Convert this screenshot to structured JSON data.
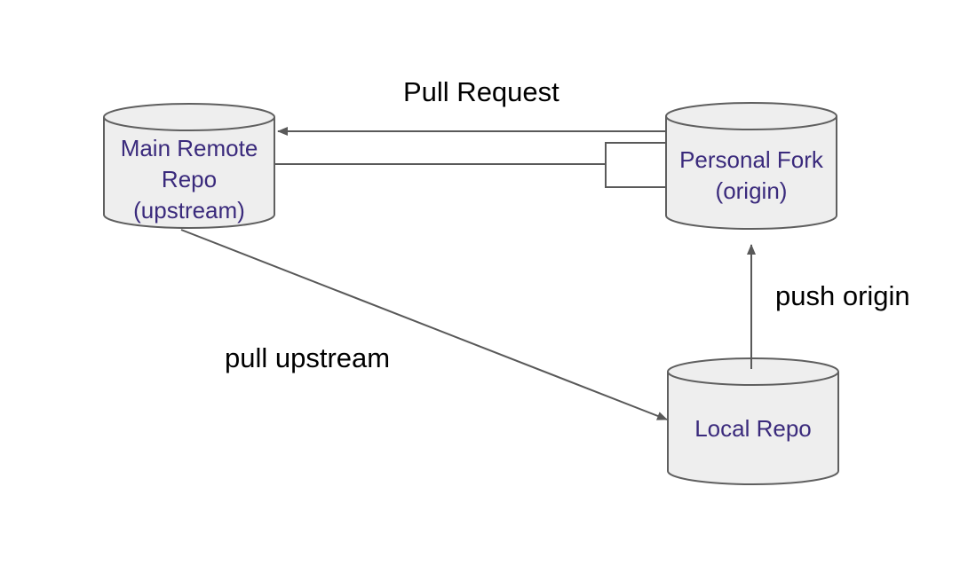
{
  "nodes": {
    "upstream": {
      "lines": [
        "Main Remote",
        "Repo",
        "(upstream)"
      ]
    },
    "fork": {
      "lines": [
        "Personal Fork",
        "(origin)"
      ]
    },
    "local": {
      "lines": [
        "Local Repo"
      ]
    }
  },
  "edges": {
    "pull_request": {
      "label": "Pull Request"
    },
    "push_origin": {
      "label": "push origin"
    },
    "pull_upstream": {
      "label": "pull upstream"
    }
  },
  "colors": {
    "node_fill": "#eeeeee",
    "node_stroke": "#5f5f5f",
    "node_text": "#3a2a7c",
    "edge_stroke": "#595959",
    "edge_text": "#000000"
  }
}
